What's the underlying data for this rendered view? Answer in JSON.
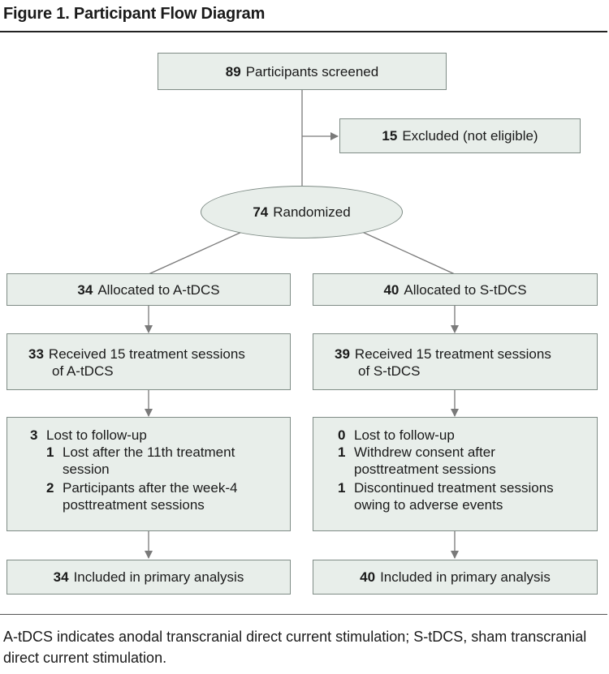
{
  "title": "Figure 1. Participant Flow Diagram",
  "screened": {
    "n": "89",
    "text": "Participants screened"
  },
  "excluded": {
    "n": "15",
    "text": "Excluded (not eligible)"
  },
  "randomized": {
    "n": "74",
    "text": "Randomized"
  },
  "left": {
    "allocated": {
      "n": "34",
      "text": "Allocated to A-tDCS"
    },
    "received": {
      "n": "33",
      "line1": "Received 15 treatment sessions",
      "line2": "of A-tDCS"
    },
    "lost": {
      "n": "3",
      "text": "Lost to follow-up",
      "items": [
        {
          "n": "1",
          "line1": "Lost after the 11th treatment",
          "line2": "session"
        },
        {
          "n": "2",
          "line1": "Participants after the week-4",
          "line2": "posttreatment sessions"
        }
      ]
    },
    "analysis": {
      "n": "34",
      "text": "Included in primary analysis"
    }
  },
  "right": {
    "allocated": {
      "n": "40",
      "text": "Allocated to S-tDCS"
    },
    "received": {
      "n": "39",
      "line1": "Received 15 treatment sessions",
      "line2": "of S-tDCS"
    },
    "lost": {
      "n": "0",
      "text": "Lost to follow-up",
      "items": [
        {
          "n": "1",
          "line1": "Withdrew consent after",
          "line2": "posttreatment sessions"
        },
        {
          "n": "1",
          "line1": "Discontinued treatment sessions",
          "line2": "owing to adverse events"
        }
      ]
    },
    "analysis": {
      "n": "40",
      "text": "Included in primary analysis"
    }
  },
  "caption": "A-tDCS indicates anodal transcranial direct current stimulation; S-tDCS, sham transcranial direct current stimulation."
}
